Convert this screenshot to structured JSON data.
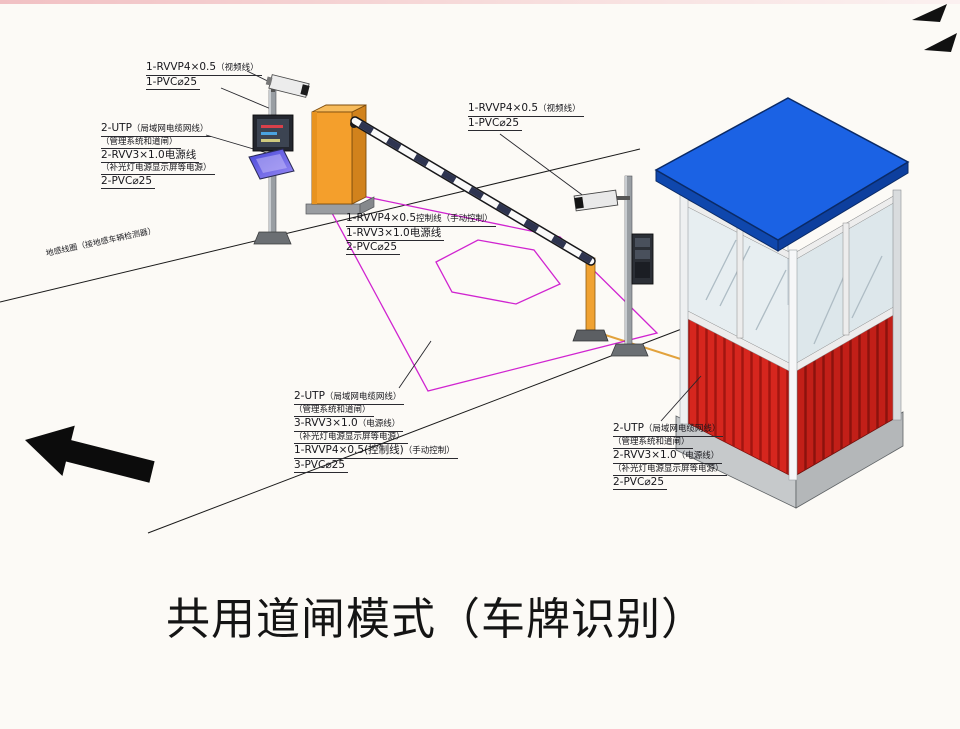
{
  "title": "共用道闸模式（车牌识别）",
  "colors": {
    "zone_magenta": "#d024d0",
    "roof_blue": "#1b62e4",
    "panel_red": "#d6261e",
    "machine_orange": "#f49f2c",
    "led_light_purple": "#6a5ae8"
  },
  "labels": {
    "cam1": {
      "rows": [
        [
          "1-RVVP4×0.5",
          "（视频线）"
        ],
        [
          "1-PVC⌀25"
        ]
      ]
    },
    "pole1": {
      "rows": [
        [
          "2-UTP",
          "（局域网电缆网线）"
        ],
        [
          "（管理系统和道闸）"
        ],
        [
          "2-RVV3×1.0电源线"
        ],
        [
          "（补光灯电源显示屏等电源）"
        ],
        [
          "2-PVC⌀25"
        ]
      ]
    },
    "ground_loop": {
      "text": "地感线圈（接地感车辆检测器）"
    },
    "barrier": {
      "rows": [
        [
          "1-RVVP4×0.5",
          "控制线（手动控制）"
        ],
        [
          "1-RVV3×1.0电源线"
        ],
        [
          "2-PVC⌀25"
        ]
      ]
    },
    "cam2": {
      "rows": [
        [
          "1-RVVP4×0.5",
          "（视频线）"
        ],
        [
          "1-PVC⌀25"
        ]
      ]
    },
    "lane": {
      "rows": [
        [
          "2-UTP",
          "（局域网电缆网线）"
        ],
        [
          "（管理系统和道闸）"
        ],
        [
          "3-RVV3×1.0",
          "（电源线）"
        ],
        [
          "（补光灯电源显示屏等电源）"
        ],
        [
          "1-RVVP4×0.5(控制线)",
          "（手动控制）"
        ],
        [
          "3-PVC⌀25"
        ]
      ]
    },
    "booth": {
      "rows": [
        [
          "2-UTP",
          "（局域网电缆网线）"
        ],
        [
          "（管理系统和道闸）"
        ],
        [
          "2-RVV3×1.0",
          "（电源线）"
        ],
        [
          "（补光灯电源显示屏等电源）"
        ],
        [
          "2-PVC⌀25"
        ]
      ]
    }
  }
}
